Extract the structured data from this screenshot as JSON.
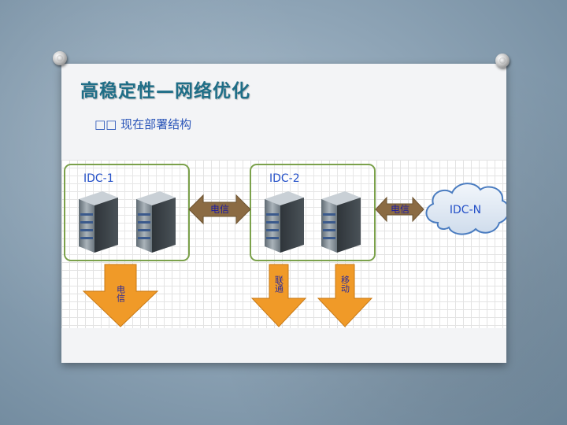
{
  "slide": {
    "title": "高稳定性—网络优化",
    "subtitle": "□□ 现在部署结构"
  },
  "diagram": {
    "idc1": {
      "label": "IDC-1"
    },
    "idc2": {
      "label": "IDC-2"
    },
    "idcn": {
      "label": "IDC-N"
    },
    "link_1_2": {
      "label": "电信"
    },
    "link_2_n": {
      "label": "电信"
    },
    "out_idc1": {
      "label": "电信"
    },
    "out_idc2_a": {
      "label": "联通"
    },
    "out_idc2_b": {
      "label": "移动"
    },
    "colors": {
      "box_border": "#7ba14b",
      "link_arrow": "#8b6b43",
      "out_arrow": "#f09a28",
      "cloud": "#dfe9f5",
      "label": "#2450c8"
    }
  }
}
